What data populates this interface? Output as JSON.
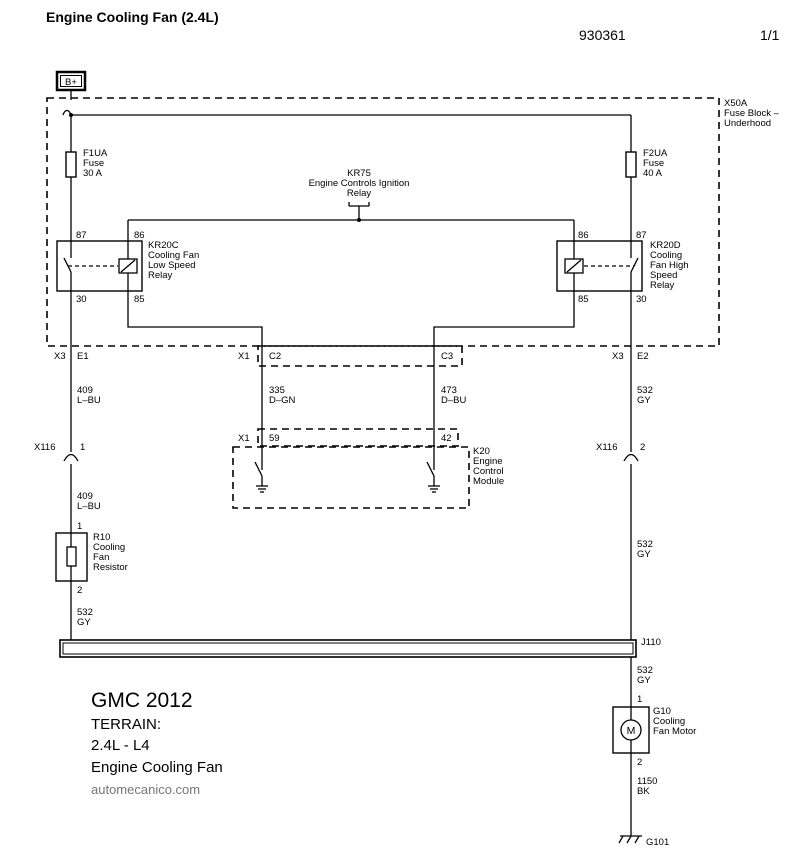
{
  "title": "Engine Cooling Fan (2.4L)",
  "doc_number": "930361",
  "page": "1/1",
  "battery": "B+",
  "fuse_block": {
    "ref": "X50A",
    "name": "Fuse Block –",
    "name2": "Underhood"
  },
  "fuses": [
    {
      "ref": "F1UA",
      "type": "Fuse",
      "rating": "30 A"
    },
    {
      "ref": "F2UA",
      "type": "Fuse",
      "rating": "40 A"
    }
  ],
  "ignition_relay": {
    "ref": "KR75",
    "line1": "Engine Controls Ignition",
    "line2": "Relay"
  },
  "relay_low": {
    "ref": "KR20C",
    "line1": "Cooling Fan",
    "line2": "Low Speed",
    "line3": "Relay",
    "pin_87": "87",
    "pin_86": "86",
    "pin_30": "30",
    "pin_85": "85"
  },
  "relay_high": {
    "ref": "KR20D",
    "line1": "Cooling",
    "line2": "Fan High",
    "line3": "Speed",
    "line4": "Relay",
    "pin_86": "86",
    "pin_87": "87",
    "pin_85": "85",
    "pin_30": "30"
  },
  "connectors": {
    "x3_left": {
      "conn": "X3",
      "pin": "E1"
    },
    "x1_c2": {
      "conn": "X1",
      "pin": "C2"
    },
    "x1_c3": {
      "pin": "C3"
    },
    "x3_right": {
      "conn": "X3",
      "pin": "E2"
    },
    "x1_59": {
      "conn": "X1",
      "pin": "59"
    },
    "x1_42": {
      "pin": "42"
    },
    "x116_left": {
      "conn": "X116",
      "pin": "1"
    },
    "x116_right": {
      "conn": "X116",
      "pin": "2"
    }
  },
  "wires": {
    "w409a": {
      "circuit": "409",
      "color": "L–BU"
    },
    "w335": {
      "circuit": "335",
      "color": "D–GN"
    },
    "w473": {
      "circuit": "473",
      "color": "D–BU"
    },
    "w532a": {
      "circuit": "532",
      "color": "GY"
    },
    "w409b": {
      "circuit": "409",
      "color": "L–BU"
    },
    "w532b": {
      "circuit": "532",
      "color": "GY"
    },
    "w532c": {
      "circuit": "532",
      "color": "GY"
    },
    "w532d": {
      "circuit": "532",
      "color": "GY"
    },
    "w1150": {
      "circuit": "1150",
      "color": "BK"
    }
  },
  "ecm": {
    "ref": "K20",
    "line1": "Engine",
    "line2": "Control",
    "line3": "Module"
  },
  "resistor": {
    "ref": "R10",
    "line1": "Cooling",
    "line2": "Fan",
    "line3": "Resistor",
    "pin_top": "1",
    "pin_bottom": "2"
  },
  "harness": {
    "ref": "J110"
  },
  "motor": {
    "ref": "G10",
    "line1": "Cooling",
    "line2": "Fan Motor",
    "symbol": "M",
    "pin_top": "1",
    "pin_bottom": "2"
  },
  "ground": {
    "ref": "G101"
  },
  "caption": {
    "line1": "GMC 2012",
    "line2": "TERRAIN:",
    "line3": "2.4L - L4",
    "line4": "Engine Cooling Fan",
    "site": "automecanico.com"
  }
}
